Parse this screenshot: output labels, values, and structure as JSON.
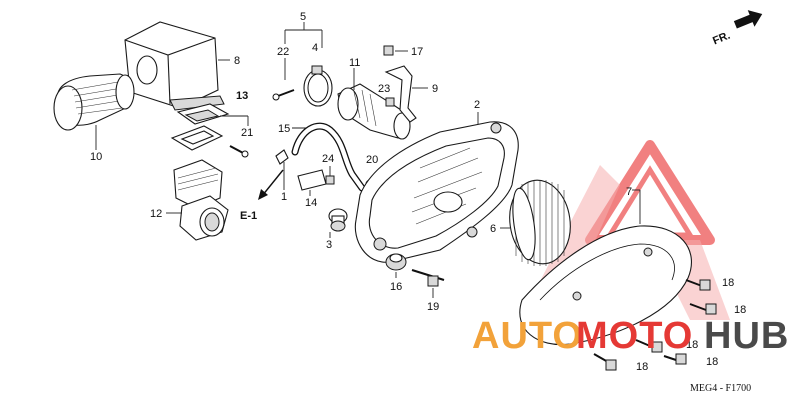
{
  "direction_label": "FR.",
  "section_ref": "E-1",
  "diagram_code": "MEG4 - F1700",
  "watermark": {
    "text_auto": "AUTO",
    "text_moto": "MOTO",
    "text_hub": "HUB",
    "color_orange": "#f2a23a",
    "color_red": "#e53935",
    "color_dark": "#4a4a4a"
  },
  "callouts": {
    "c1": "1",
    "c3": "3",
    "c4": "4",
    "c5": "5",
    "c6": "6",
    "c7": "7",
    "c8": "8",
    "c9": "9",
    "c10": "10",
    "c11": "11",
    "c12": "12",
    "c13": "13",
    "c14": "14",
    "c15": "15",
    "c16": "16",
    "c17": "17",
    "c18a": "18",
    "c18b": "18",
    "c18c": "18",
    "c18d": "18",
    "c18e": "18",
    "c19": "19",
    "c20": "20",
    "c21": "21",
    "c22": "22",
    "c23": "23",
    "c24": "24",
    "c2": "2"
  }
}
